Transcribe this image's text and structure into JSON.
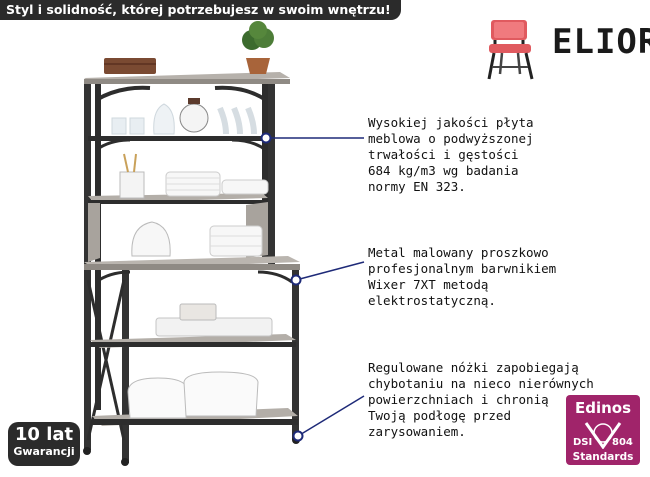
{
  "banner": {
    "text": "Styl i solidność, której potrzebujesz w swoim wnętrzu!"
  },
  "brand": {
    "name": "ELIOR",
    "icon": "chair-icon",
    "accent": "#e05a5f"
  },
  "features": [
    {
      "text": "Wysokiej jakości płyta\nmeblowa o podwyższonej\ntrwałości i gęstości\n684 kg/m3 wg badania\nnormy EN 323."
    },
    {
      "text": "Metal malowany proszkowo\nprofesjonalnym barwnikiem\nWixer 7XT metodą\nelektrostatyczną."
    },
    {
      "text": "Regulowane nóżki zapobiegają\nchybotaniu na nieco nierównych\npowierzchniach i chronią\nTwoją podłogę przed\nzarysowaniem."
    }
  ],
  "warranty": {
    "years": "10 lat",
    "label": "Gwarancji"
  },
  "certificate": {
    "name": "Edinos",
    "code_left": "DSI",
    "code_right": "804",
    "label": "Standards",
    "color": "#a0246a"
  },
  "colors": {
    "frame": "#2d2d2d",
    "board": "#a8a39d",
    "banner": "#2b2b2b"
  }
}
